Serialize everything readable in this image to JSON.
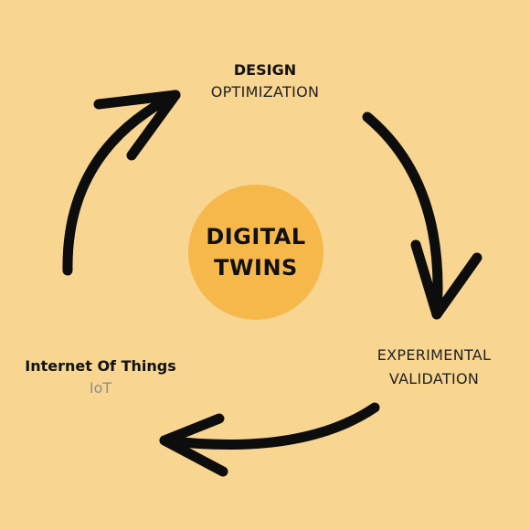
{
  "diagram": {
    "center": {
      "line1": "DIGITAL",
      "line2": "TWINS"
    },
    "nodes": {
      "top": {
        "title": "DESIGN",
        "subtitle": "OPTIMIZATION"
      },
      "right": {
        "line1": "EXPERIMENTAL",
        "line2": "VALIDATION"
      },
      "left": {
        "title": "Internet Of Things",
        "subtitle": "IoT"
      }
    },
    "colors": {
      "background": "#f8d591",
      "center_circle": "#f7b84b",
      "arrow": "#0d0d0d",
      "subtitle_gray": "#8f8f8f"
    }
  }
}
